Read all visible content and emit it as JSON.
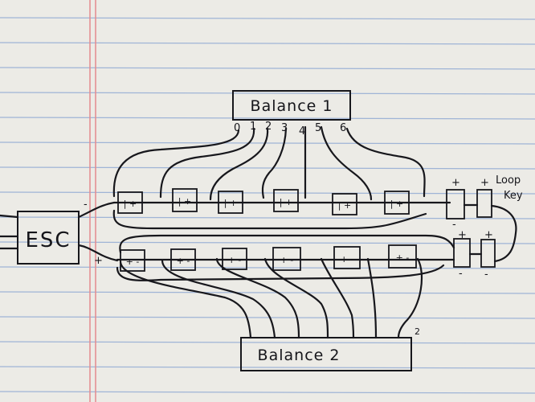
{
  "diagram": {
    "balance1": {
      "label": "Balance 1",
      "pins": [
        "0",
        "1",
        "2",
        "3",
        "4",
        "5",
        "6"
      ]
    },
    "balance2": {
      "label": "Balance 2",
      "pin_note": "2"
    },
    "esc": {
      "label": "ESC"
    },
    "esc_minus": "-",
    "esc_plus": "+",
    "top_row_cell_label": "| +",
    "bottom_row_cell_label": "+ -",
    "loop_key": {
      "line1": "Loop",
      "line2": "Key"
    },
    "loop_terminals": {
      "top_left_plus": "+",
      "top_right_plus": "+",
      "top_left_minus": "-",
      "bottom_left_plus": "+",
      "bottom_right_plus": "+",
      "bottom_left_minus": "-",
      "bottom_right_minus": "-"
    }
  }
}
